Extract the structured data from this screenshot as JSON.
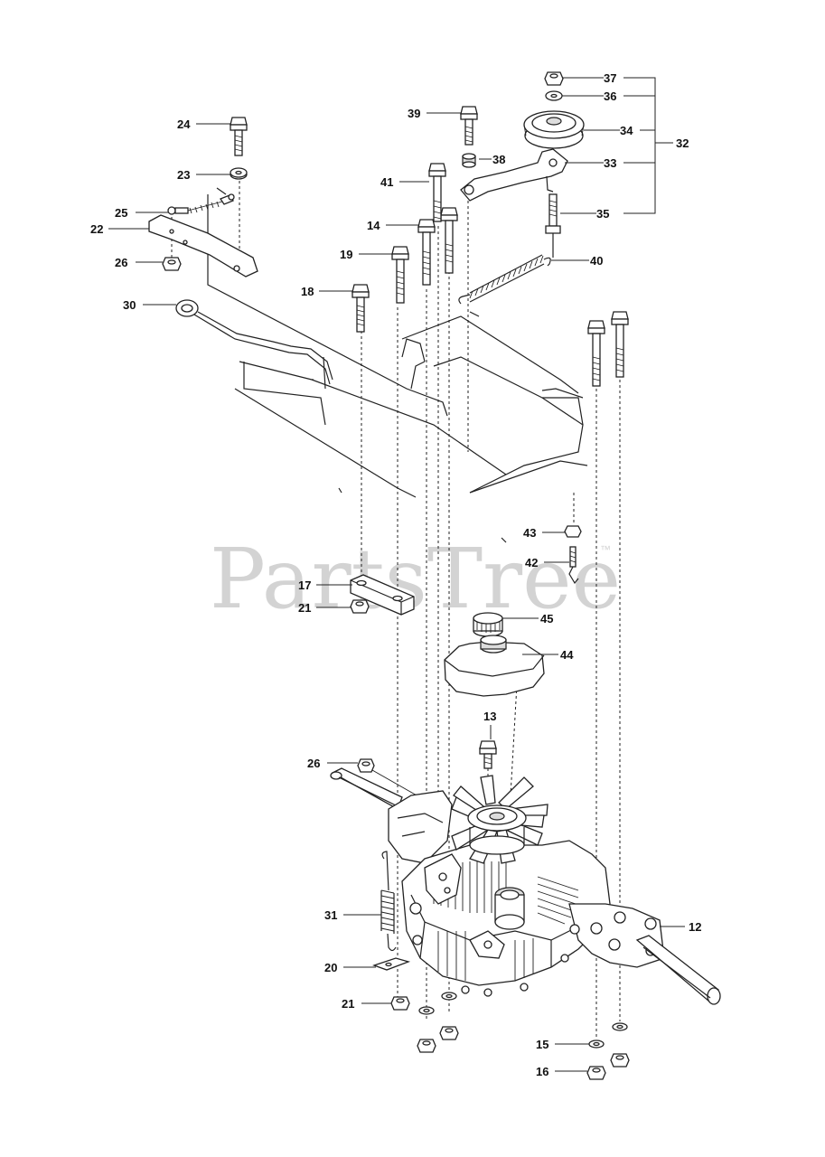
{
  "watermark": {
    "text": "PartsTree",
    "trademark": "™"
  },
  "callouts": [
    {
      "id": "c12",
      "text": "12"
    },
    {
      "id": "c13",
      "text": "13"
    },
    {
      "id": "c14",
      "text": "14"
    },
    {
      "id": "c15",
      "text": "15"
    },
    {
      "id": "c16",
      "text": "16"
    },
    {
      "id": "c17",
      "text": "17"
    },
    {
      "id": "c18",
      "text": "18"
    },
    {
      "id": "c19",
      "text": "19"
    },
    {
      "id": "c20",
      "text": "20"
    },
    {
      "id": "c21a",
      "text": "21"
    },
    {
      "id": "c21b",
      "text": "21"
    },
    {
      "id": "c22",
      "text": "22"
    },
    {
      "id": "c23",
      "text": "23"
    },
    {
      "id": "c24",
      "text": "24"
    },
    {
      "id": "c25",
      "text": "25"
    },
    {
      "id": "c26a",
      "text": "26"
    },
    {
      "id": "c26b",
      "text": "26"
    },
    {
      "id": "c30",
      "text": "30"
    },
    {
      "id": "c31",
      "text": "31"
    },
    {
      "id": "c32",
      "text": "32"
    },
    {
      "id": "c33",
      "text": "33"
    },
    {
      "id": "c34",
      "text": "34"
    },
    {
      "id": "c35",
      "text": "35"
    },
    {
      "id": "c36",
      "text": "36"
    },
    {
      "id": "c37",
      "text": "37"
    },
    {
      "id": "c38",
      "text": "38"
    },
    {
      "id": "c39",
      "text": "39"
    },
    {
      "id": "c40",
      "text": "40"
    },
    {
      "id": "c41",
      "text": "41"
    },
    {
      "id": "c42",
      "text": "42"
    },
    {
      "id": "c43",
      "text": "43"
    },
    {
      "id": "c44",
      "text": "44"
    },
    {
      "id": "c45",
      "text": "45"
    }
  ]
}
